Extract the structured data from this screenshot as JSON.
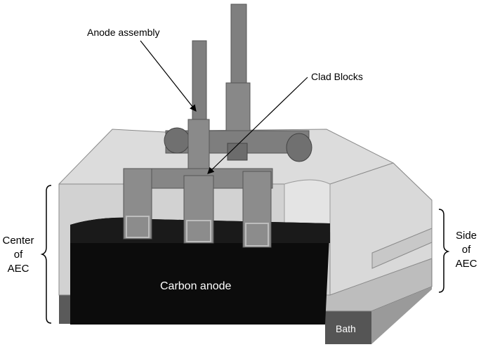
{
  "labels": {
    "anode_assembly": "Anode assembly",
    "clad_blocks": "Clad Blocks",
    "carbon_anode": "Carbon anode",
    "bath": "Bath",
    "center_of_aec": [
      "Center",
      "of",
      "AEC"
    ],
    "side_of_aec": [
      "Side",
      "of",
      "AEC"
    ]
  },
  "colors": {
    "cover": "#d4d4d4",
    "cover_light": "#e2e2e2",
    "anode": "#0d0d0d",
    "steel": "#8a8a8a",
    "steel_dark": "#6e6e6e",
    "bath": "#5f5f5f"
  }
}
